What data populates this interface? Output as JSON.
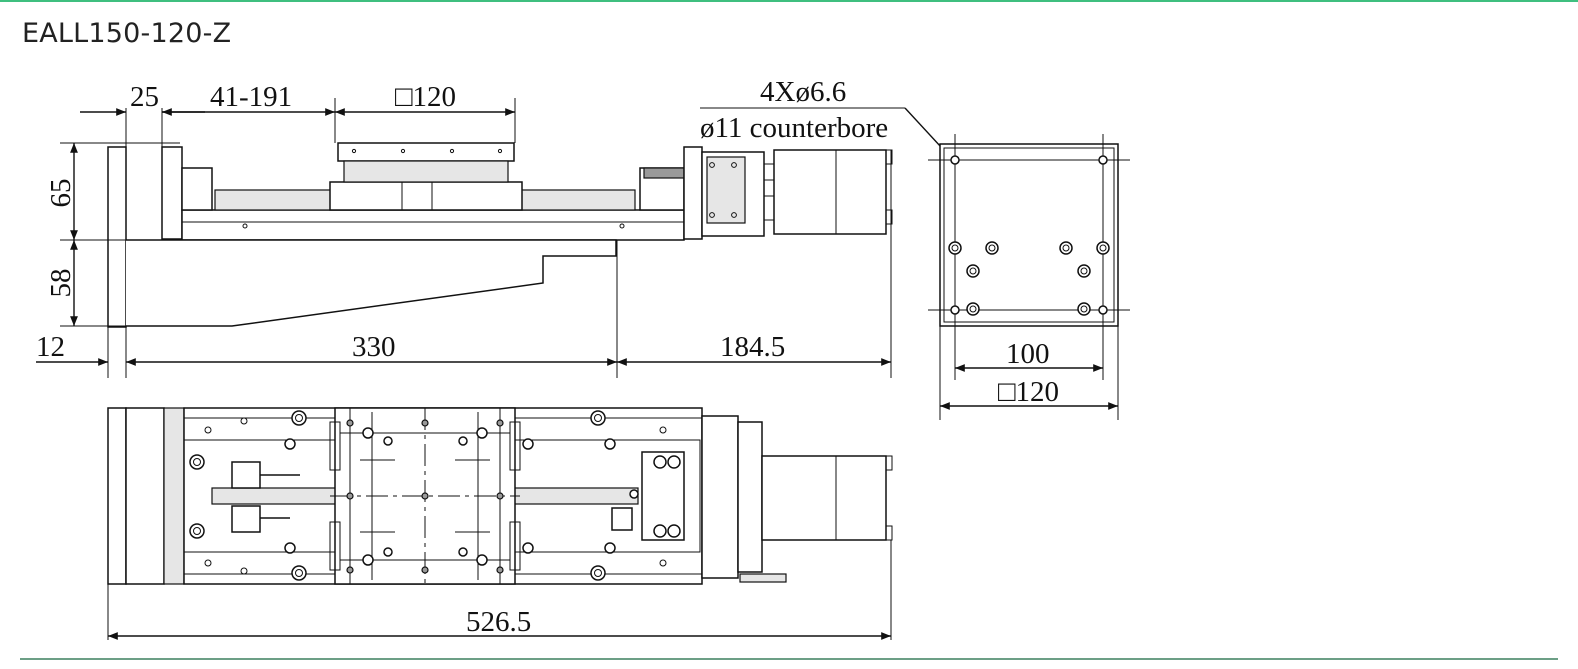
{
  "title": "EALL150-120-Z",
  "dimensions": {
    "d25": "25",
    "stroke": "41-191",
    "table_sq": "□120",
    "hole_spec": "4Xø6.6",
    "counterbore": "ø11 counterbore",
    "h65": "65",
    "h58": "58",
    "d12": "12",
    "d330": "330",
    "d184": "184.5",
    "d100": "100",
    "flange_sq": "□120",
    "total": "526.5"
  },
  "colors": {
    "accent_rule": "#3fbf7f"
  }
}
